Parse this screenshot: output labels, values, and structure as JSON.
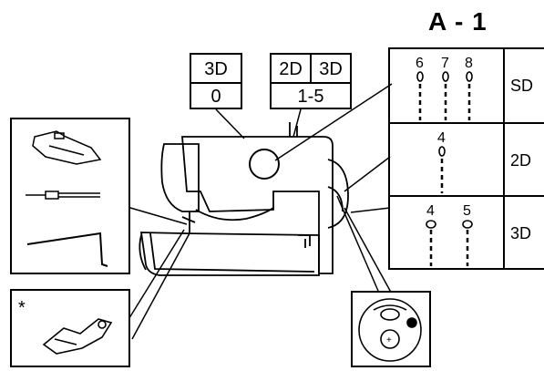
{
  "title": "A - 1",
  "dial_left": {
    "top": "3D",
    "bottom": "0"
  },
  "dial_right": {
    "top_left": "2D",
    "top_right": "3D",
    "bottom": "1-5"
  },
  "table": {
    "rows": [
      {
        "label": "SD",
        "positions": [
          "6",
          "7",
          "8"
        ]
      },
      {
        "label": "2D",
        "positions": [
          "4"
        ]
      },
      {
        "label": "3D",
        "positions": [
          "4",
          "5"
        ]
      }
    ]
  },
  "inset_asterisk": "*"
}
